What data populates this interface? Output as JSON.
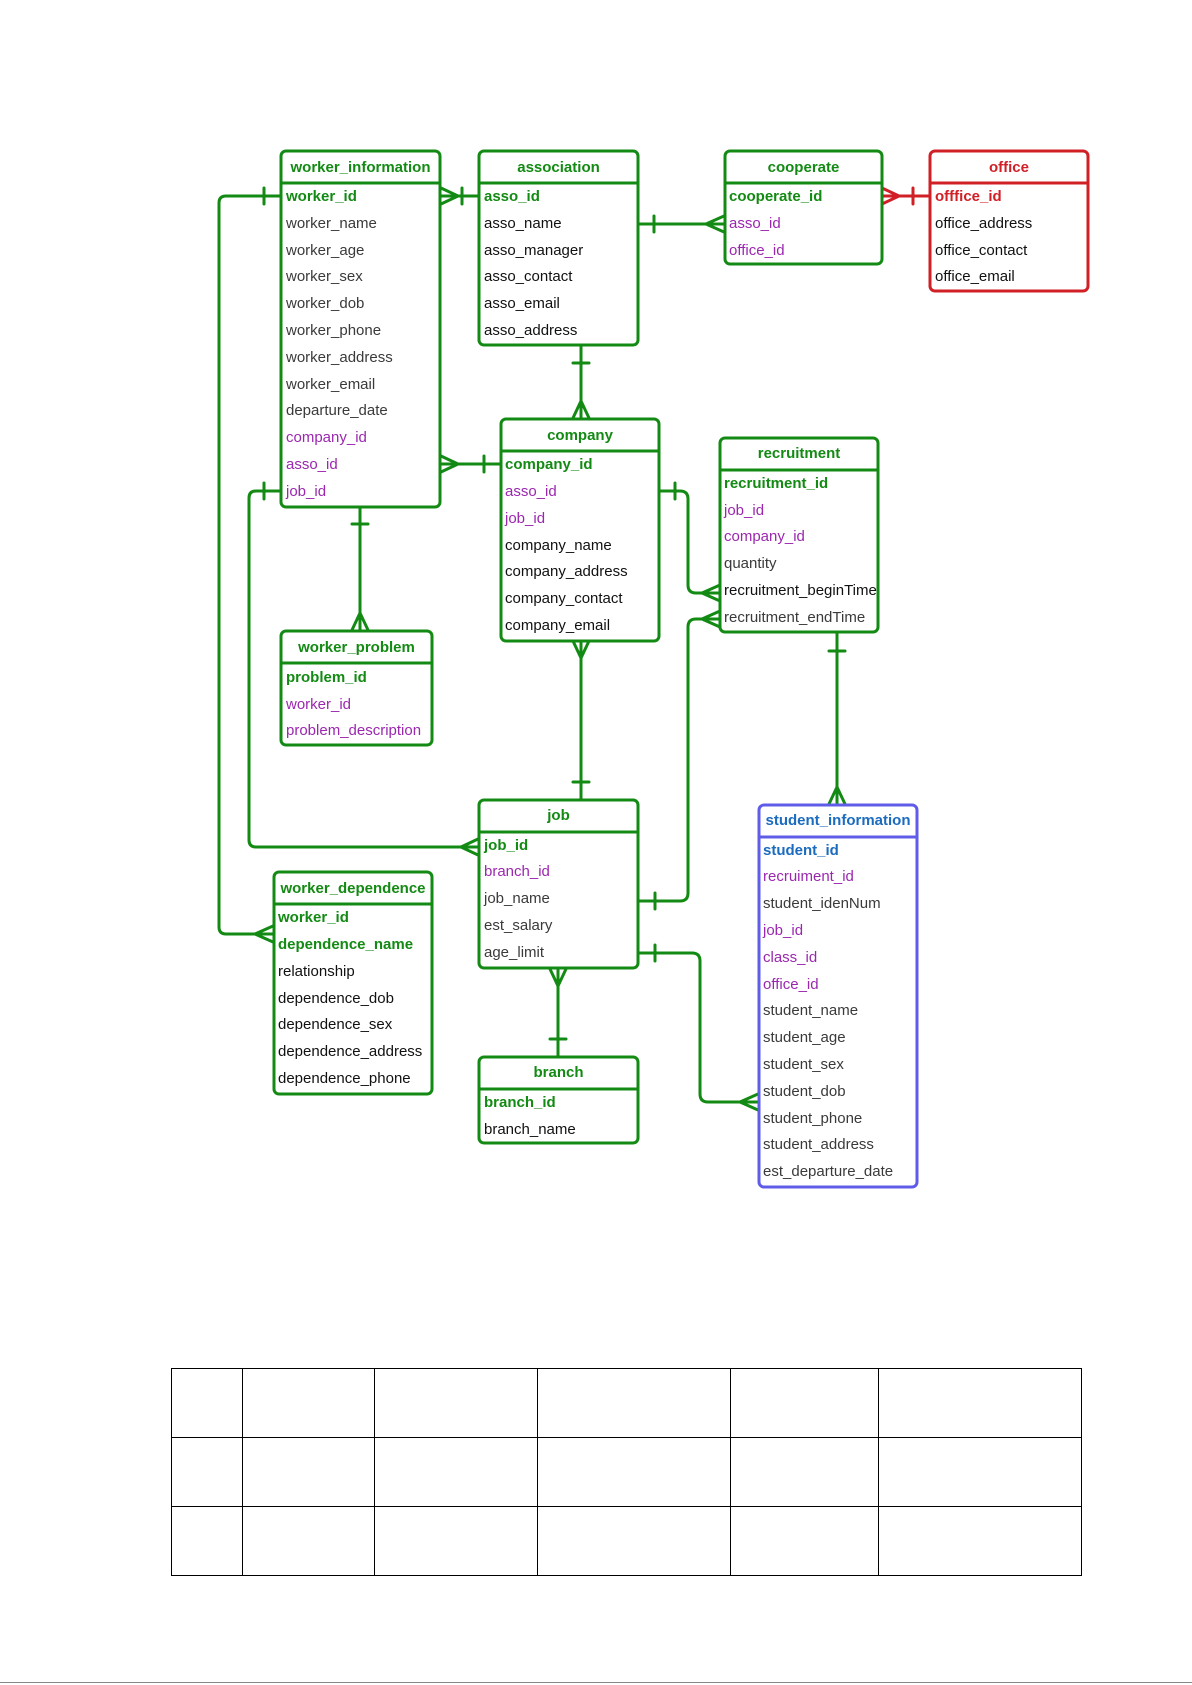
{
  "colors": {
    "green": "#138a13",
    "purple": "#9b27af",
    "red": "#d11f26",
    "blue": "#1b6bbf",
    "blue_border": "#5f5ce8",
    "black": "#111111",
    "gray": "#3a3a3a"
  },
  "entities": {
    "worker_information": {
      "title": "worker_information",
      "fields": [
        "worker_id",
        "worker_name",
        "worker_age",
        "worker_sex",
        "worker_dob",
        "worker_phone",
        "worker_address",
        "worker_email",
        "departure_date",
        "company_id",
        "asso_id",
        "job_id"
      ]
    },
    "association": {
      "title": "association",
      "fields": [
        "asso_id",
        "asso_name",
        "asso_manager",
        "asso_contact",
        "asso_email",
        "asso_address"
      ]
    },
    "cooperate": {
      "title": "cooperate",
      "fields": [
        "cooperate_id",
        "asso_id",
        "office_id"
      ]
    },
    "office": {
      "title": "office",
      "fields": [
        "offfice_id",
        "office_address",
        "office_contact",
        "office_email"
      ]
    },
    "company": {
      "title": "company",
      "fields": [
        "company_id",
        "asso_id",
        "job_id",
        "company_name",
        "company_address",
        "company_contact",
        "company_email"
      ]
    },
    "recruitment": {
      "title": "recruitment",
      "fields": [
        "recruitment_id",
        "job_id",
        "company_id",
        "quantity",
        "recruitment_beginTime",
        "recruitment_endTime"
      ]
    },
    "worker_problem": {
      "title": "worker_problem",
      "fields": [
        "problem_id",
        "worker_id",
        "problem_description"
      ]
    },
    "job": {
      "title": "job",
      "fields": [
        "job_id",
        "branch_id",
        "job_name",
        "est_salary",
        "age_limit"
      ]
    },
    "student_information": {
      "title": "student_information",
      "fields": [
        "student_id",
        "recruiment_id",
        "student_idenNum",
        "job_id",
        "class_id",
        "office_id",
        "student_name",
        "student_age",
        "student_sex",
        "student_dob",
        "student_phone",
        "student_address",
        "est_departure_date"
      ]
    },
    "worker_dependence": {
      "title": "worker_dependence",
      "fields": [
        "worker_id",
        "dependence_name",
        "relationship",
        "dependence_dob",
        "dependence_sex",
        "dependence_address",
        "dependence_phone"
      ]
    },
    "branch": {
      "title": "branch",
      "fields": [
        "branch_id",
        "branch_name"
      ]
    }
  },
  "table": {
    "rows": 3,
    "columns": 6
  }
}
